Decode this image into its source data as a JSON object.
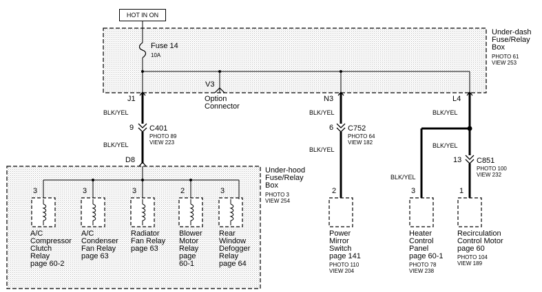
{
  "hot_label": "HOT IN ON",
  "underdash": {
    "title": "Under-dash\nFuse/Relay\nBox",
    "photo": "PHOTO 61",
    "view": "VIEW 253"
  },
  "fuse": {
    "name": "Fuse 14",
    "rating": "10A"
  },
  "terminals": {
    "j1": "J1",
    "v3": "V3",
    "n3": "N3",
    "l4": "L4",
    "d8": "D8"
  },
  "option_connector": "Option\nConnector",
  "wire_color": "BLK/YEL",
  "c401": {
    "pin": "9",
    "name": "C401",
    "photo": "PHOTO 89",
    "view": "VIEW 223"
  },
  "c752": {
    "pin": "6",
    "name": "C752",
    "photo": "PHOTO 64",
    "view": "VIEW 182"
  },
  "c851": {
    "pin": "13",
    "name": "C851",
    "photo": "PHOTO 100",
    "view": "VIEW 232"
  },
  "underhood": {
    "title": "Under-hood\nFuse/Relay\nBox",
    "photo": "PHOTO 3",
    "view": "VIEW 254"
  },
  "relays": [
    {
      "pin": "3",
      "label": "A/C\nCompressor\nClutch\nRelay\npage 60-2"
    },
    {
      "pin": "3",
      "label": "A/C\nCondenser\nFan Relay\npage 63"
    },
    {
      "pin": "3",
      "label": "Radiator\nFan Relay\npage 63"
    },
    {
      "pin": "2",
      "label": "Blower\nMotor\nRelay\npage\n60-1"
    },
    {
      "pin": "3",
      "label": "Rear\nWindow\nDefogger\nRelay\npage 64"
    }
  ],
  "components": {
    "mirror": {
      "pin": "2",
      "label": "Power\nMirror\nSwitch\npage 141",
      "photo": "PHOTO 110",
      "view": "VIEW 204"
    },
    "heater": {
      "pin": "3",
      "label": "Heater\nControl\nPanel\npage 60-1",
      "photo": "PHOTO 78",
      "view": "VIEW 238"
    },
    "recirc": {
      "pin": "1",
      "label": "Recirculation\nControl Motor\npage 60",
      "photo": "PHOTO 104",
      "view": "VIEW 189"
    }
  }
}
